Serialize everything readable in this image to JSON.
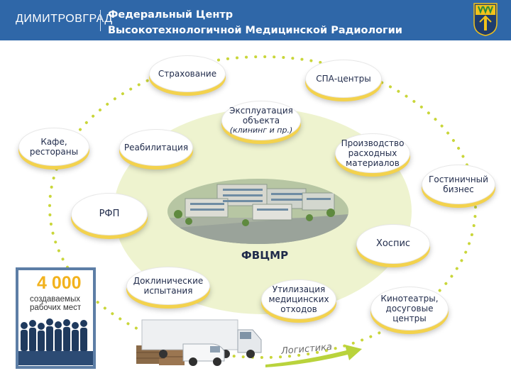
{
  "header": {
    "brand": "ДИМИТРОВГРАД",
    "title_line1": "Федеральный Центр",
    "title_line2": "Высокотехнологичной Медицинской Радиологии"
  },
  "center": {
    "label": "ФВЦМР"
  },
  "inner_items": [
    {
      "id": "operation",
      "line1": "Эксплуатация",
      "line2": "объекта",
      "line3": "(клининг и пр.)"
    },
    {
      "id": "rehab",
      "label": "Реабилитация"
    },
    {
      "id": "production",
      "line1": "Производство",
      "line2": "расходных",
      "line3": "материалов"
    },
    {
      "id": "hospice",
      "label": "Хоспис"
    },
    {
      "id": "waste",
      "line1": "Утилизация",
      "line2": "медицинских",
      "line3": "отходов"
    },
    {
      "id": "preclinical",
      "line1": "Доклинические",
      "line2": "испытания"
    }
  ],
  "outer_items": [
    {
      "id": "insurance",
      "label": "Страхование"
    },
    {
      "id": "spa",
      "label": "СПА-центры"
    },
    {
      "id": "cafe",
      "line1": "Кафе,",
      "line2": "рестораны"
    },
    {
      "id": "hotel",
      "line1": "Гостиничный",
      "line2": "бизнес"
    },
    {
      "id": "rfp",
      "label": "РФП"
    },
    {
      "id": "cinema",
      "line1": "Кинотеатры,",
      "line2": "досуговые",
      "line3": "центры"
    }
  ],
  "jobs": {
    "number": "4 000",
    "line1": "создаваемых",
    "line2": "рабочих мест"
  },
  "logistics": {
    "label": "Логистика"
  },
  "colors": {
    "header": "#2f67a8",
    "ring_dots": "#c9d63a",
    "disc": "#eef3cf",
    "pill_shadow": "#f3d24d",
    "jobs_number": "#f2b21d"
  }
}
